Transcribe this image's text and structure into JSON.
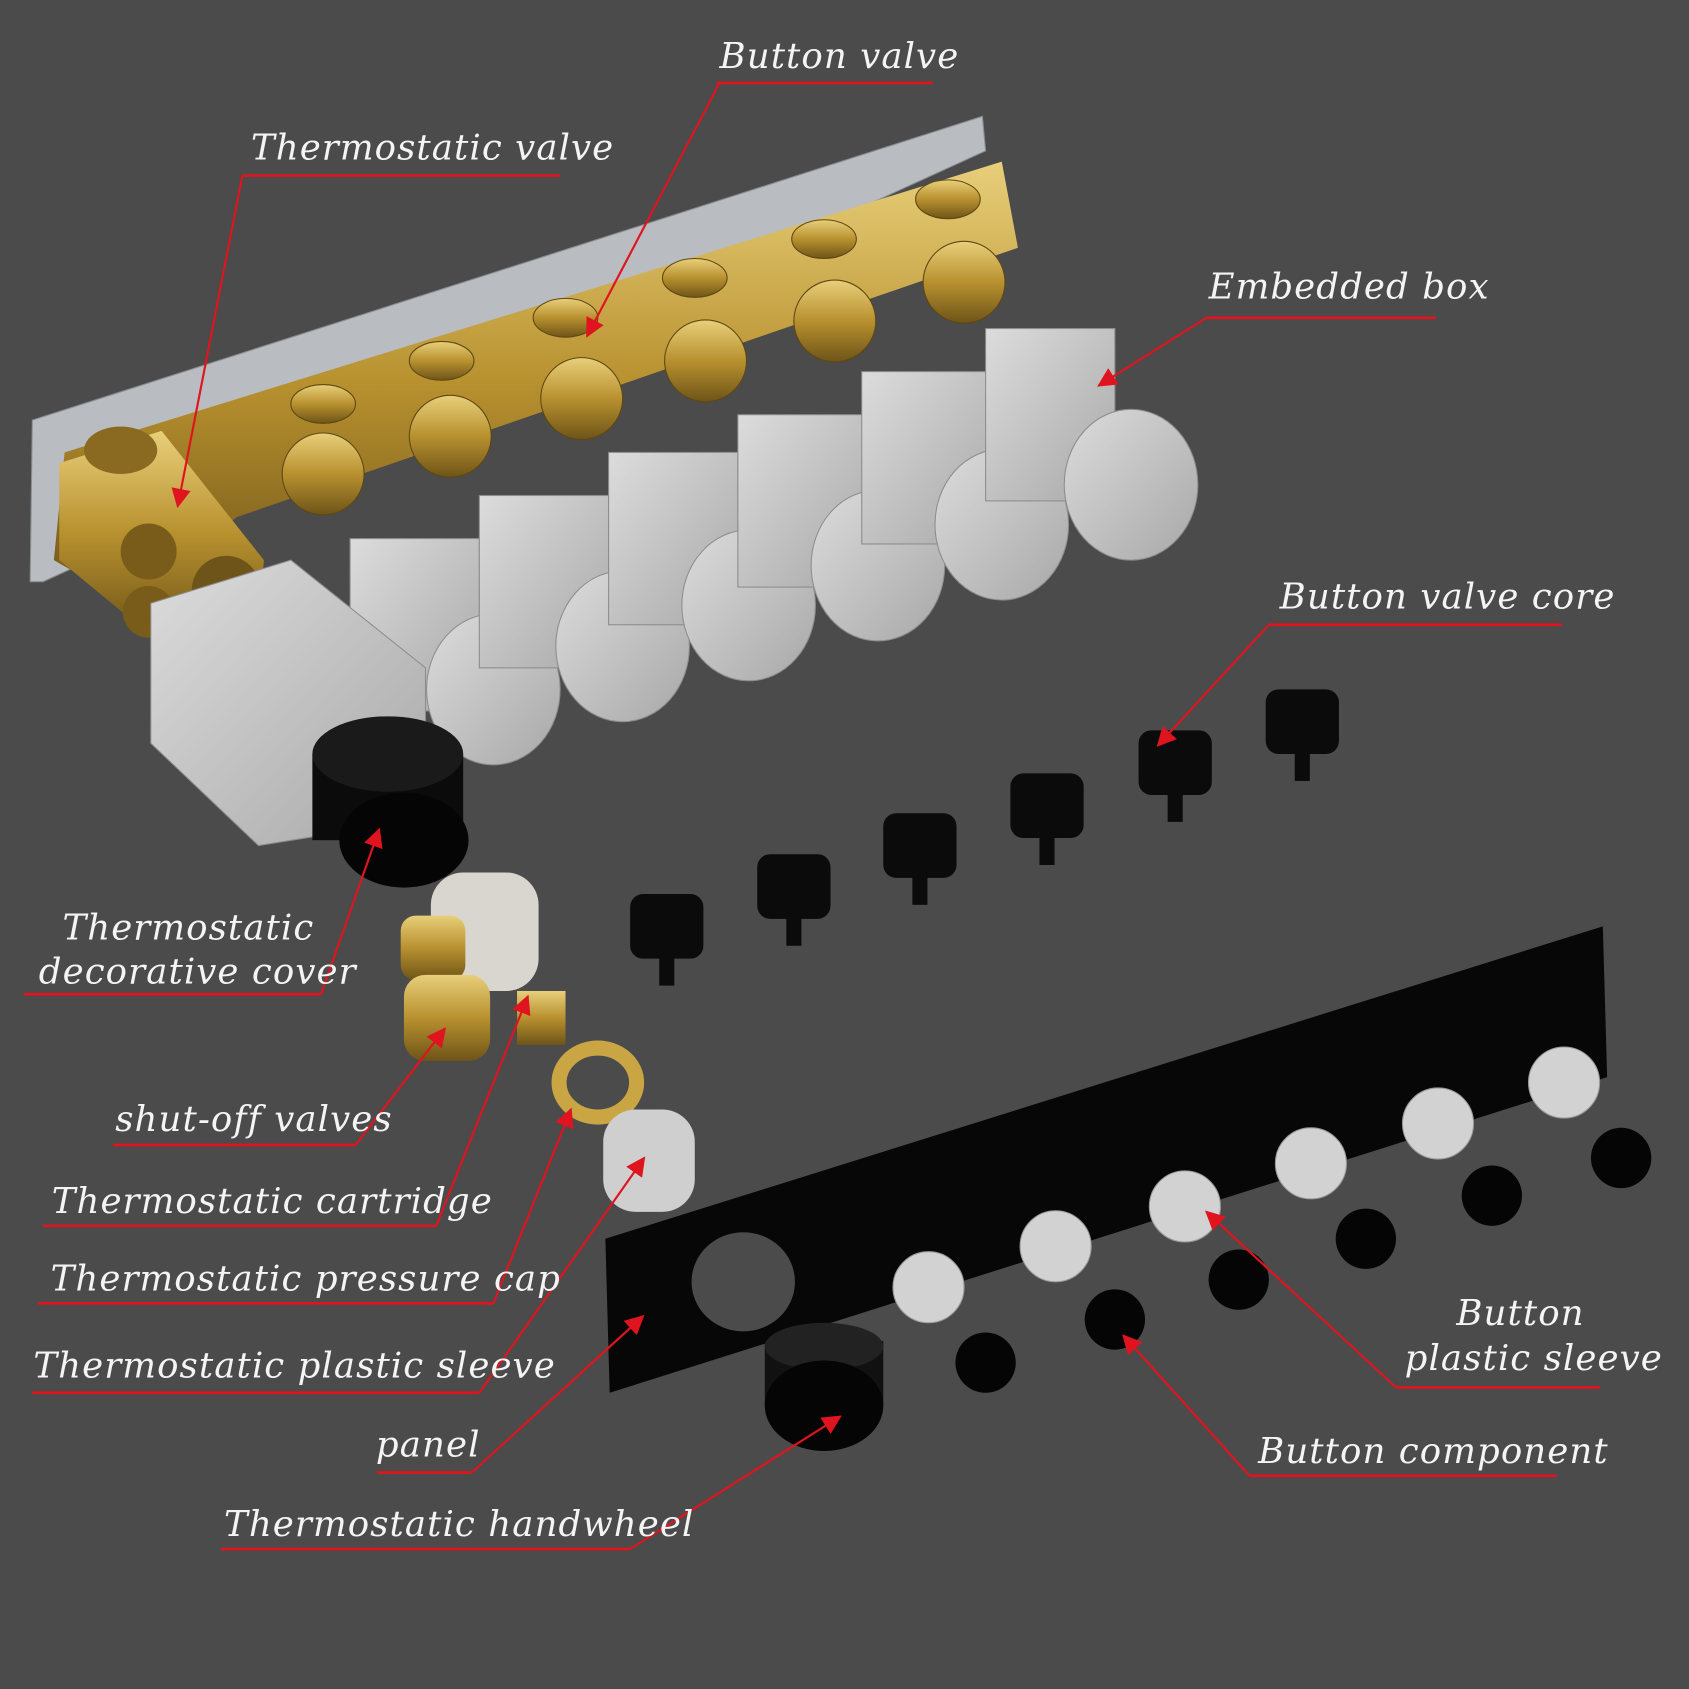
{
  "title": "Thermostatic shower valve exploded view",
  "colors": {
    "background": "#4b4b4b",
    "leader": "#e0141e",
    "text": "#f4f4f4",
    "brass": "#c9a544",
    "plastic": "#cfcfcf",
    "black": "#0b0b0b"
  },
  "labels": {
    "button_valve": "Button valve",
    "thermostatic_valve": "Thermostatic valve",
    "embedded_box": "Embedded box",
    "button_valve_core": "Button valve core",
    "decorative_cover_1": "Thermostatic",
    "decorative_cover_2": "decorative cover",
    "shut_off_valves": "shut-off valves",
    "cartridge": "Thermostatic cartridge",
    "pressure_cap": "Thermostatic pressure cap",
    "plastic_sleeve": "Thermostatic plastic sleeve",
    "panel": "panel",
    "handwheel": "Thermostatic handwheel",
    "button_sleeve_1": "Button",
    "button_sleeve_2": "plastic sleeve",
    "button_component": "Button component"
  }
}
